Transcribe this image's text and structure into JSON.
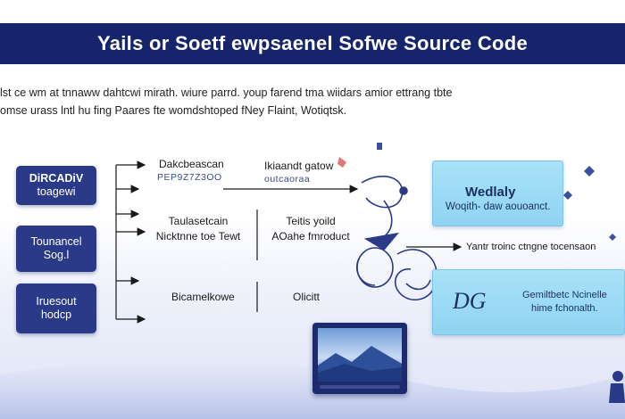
{
  "header": {
    "title": "Yails or Soetf ewpsaenel Sofwe Source Code"
  },
  "intro": {
    "line1": "lst ce wm at tnnaww dahtcwi mirath. wiure parrd. youp farend tma wiidars amior ettrang tbte",
    "line2": "omse urass lntl hu fing Paares fte womdshtoped fNey Flaint, Wotiqtsk."
  },
  "left_boxes": [
    {
      "line1": "DiRCADiV",
      "line2": "toagewi"
    },
    {
      "line1": "Tounancel",
      "line2": "Sog.l"
    },
    {
      "line1": "Iruesout",
      "line2": "hodcp"
    }
  ],
  "middle": {
    "row1_left_title": "Dakcbeascan",
    "row1_left_sub": "PEP9Z7Z3OO",
    "row1_right_title": "Ikiaandt gatow",
    "row1_right_sub": "outcaoraa",
    "row2_left": [
      "Taulasetcain",
      "Nicktnne toe Tewt"
    ],
    "row2_right": [
      "Teitis yoild",
      "AOahe fmroduct"
    ],
    "row3_left": "Bicamelkowe",
    "row3_right": "Olicitt"
  },
  "right_cards": {
    "top_title": "Wedlaly",
    "top_sub": "Woqith- daw aouoanct.",
    "middle_label": "Yantr troinc ctngne tocensaon",
    "bottom_logo": "DG",
    "bottom_line1": "Gemiltbetc Ncinelle",
    "bottom_line2": "hime fchonalth."
  },
  "colors": {
    "banner": "#16246b",
    "box": "#2b3a88",
    "card": "#9cdaf5",
    "arrow": "#1a1a1a"
  }
}
